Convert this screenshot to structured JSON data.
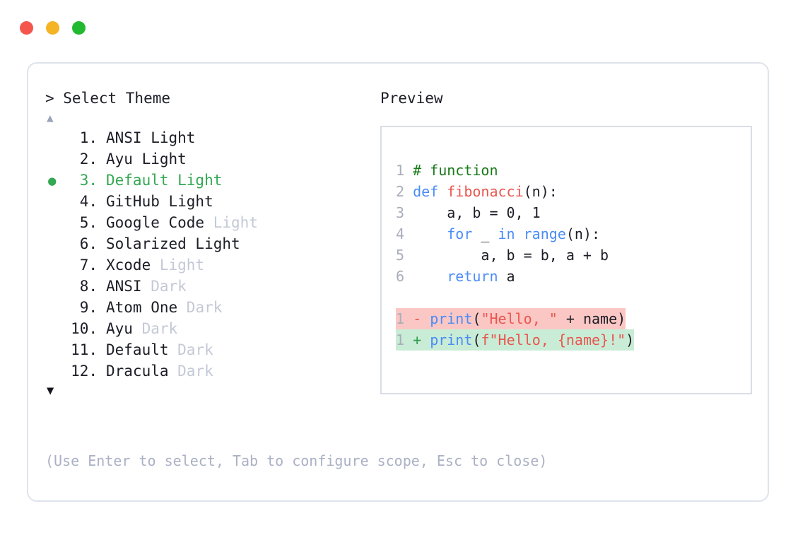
{
  "window": {
    "controls": [
      {
        "name": "close",
        "color": "#f4564e"
      },
      {
        "name": "minimize",
        "color": "#f5b426"
      },
      {
        "name": "maximize",
        "color": "#21b92f"
      }
    ]
  },
  "selector": {
    "prompt": "> Select Theme",
    "scroll_up_icon": "▲",
    "scroll_down_icon": "▼",
    "selected_index": 3,
    "selected_bullet": "●",
    "items": [
      {
        "number": "1.",
        "name": "ANSI Light",
        "dim_suffix": "",
        "selected": false
      },
      {
        "number": "2.",
        "name": "Ayu Light",
        "dim_suffix": "",
        "selected": false
      },
      {
        "number": "3.",
        "name": "Default Light",
        "dim_suffix": "",
        "selected": true
      },
      {
        "number": "4.",
        "name": "GitHub Light",
        "dim_suffix": "",
        "selected": false
      },
      {
        "number": "5.",
        "name": "Google Code",
        "dim_suffix": "Light",
        "selected": false
      },
      {
        "number": "6.",
        "name": "Solarized Light",
        "dim_suffix": "",
        "selected": false
      },
      {
        "number": "7.",
        "name": "Xcode",
        "dim_suffix": "Light",
        "selected": false
      },
      {
        "number": "8.",
        "name": "ANSI",
        "dim_suffix": "Dark",
        "selected": false
      },
      {
        "number": "9.",
        "name": "Atom One",
        "dim_suffix": "Dark",
        "selected": false
      },
      {
        "number": "10.",
        "name": "Ayu",
        "dim_suffix": "Dark",
        "selected": false
      },
      {
        "number": "11.",
        "name": "Default",
        "dim_suffix": "Dark",
        "selected": false
      },
      {
        "number": "12.",
        "name": "Dracula",
        "dim_suffix": "Dark",
        "selected": false
      }
    ],
    "hint": "(Use Enter to select, Tab to configure scope, Esc to close)"
  },
  "preview": {
    "label": "Preview",
    "code_lines": [
      {
        "number": "1",
        "tokens": [
          {
            "text": "# function",
            "type": "comment"
          }
        ]
      },
      {
        "number": "2",
        "tokens": [
          {
            "text": "def ",
            "type": "kw"
          },
          {
            "text": "fibonacci",
            "type": "fn"
          },
          {
            "text": "(n):",
            "type": "plain"
          }
        ]
      },
      {
        "number": "3",
        "tokens": [
          {
            "text": "    a, b = 0, 1",
            "type": "plain"
          }
        ]
      },
      {
        "number": "4",
        "tokens": [
          {
            "text": "    ",
            "type": "plain"
          },
          {
            "text": "for",
            "type": "kw"
          },
          {
            "text": " _ ",
            "type": "plain"
          },
          {
            "text": "in range",
            "type": "kw"
          },
          {
            "text": "(n):",
            "type": "plain"
          }
        ]
      },
      {
        "number": "5",
        "tokens": [
          {
            "text": "        a, b = b, a + b",
            "type": "plain"
          }
        ]
      },
      {
        "number": "6",
        "tokens": [
          {
            "text": "    ",
            "type": "plain"
          },
          {
            "text": "return",
            "type": "kw"
          },
          {
            "text": " a",
            "type": "plain"
          }
        ]
      }
    ],
    "diff_lines": [
      {
        "kind": "del",
        "number": "1",
        "sign": "-",
        "tokens": [
          {
            "text": "print",
            "type": "kw"
          },
          {
            "text": "(",
            "type": "plain"
          },
          {
            "text": "\"Hello, \"",
            "type": "str"
          },
          {
            "text": " + name)",
            "type": "plain"
          }
        ]
      },
      {
        "kind": "add",
        "number": "1",
        "sign": "+",
        "tokens": [
          {
            "text": "print",
            "type": "kw"
          },
          {
            "text": "(",
            "type": "plain"
          },
          {
            "text": "f\"Hello, {name}!\"",
            "type": "str"
          },
          {
            "text": ")",
            "type": "plain"
          }
        ]
      }
    ]
  },
  "colors": {
    "accent_selected": "#33a852",
    "dim_text": "#c3c9d6",
    "hint_text": "#aab1c4",
    "line_number": "#a8adba",
    "keyword": "#4a8cf7",
    "function": "#e8564f",
    "string": "#e8564f",
    "comment": "#187a18",
    "diff_del_bg": "#fac7c4",
    "diff_add_bg": "#c9ecd6",
    "card_border": "#dfe3eb",
    "preview_border": "#d9dde6"
  }
}
